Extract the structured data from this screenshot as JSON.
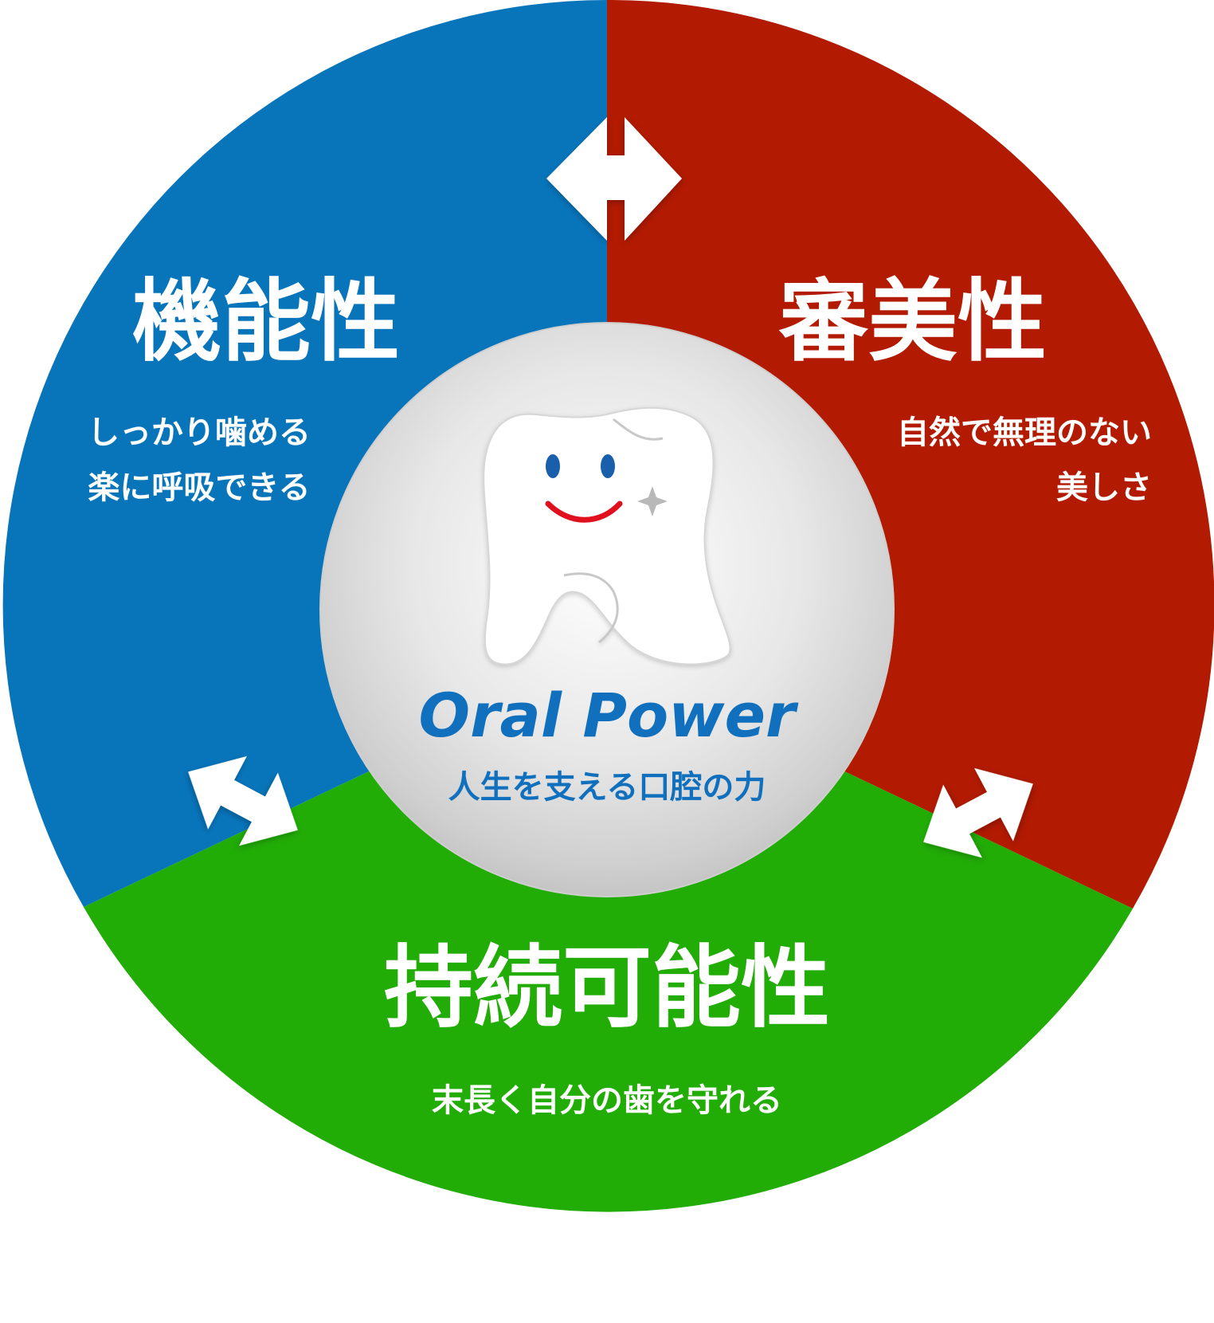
{
  "colors": {
    "function_segment": "#0875bb",
    "aesthetics_segment": "#b21a01",
    "sustainability_segment": "#21ac06",
    "center_text": "#1070bd",
    "smile": "#e0101e",
    "eyes": "#1a5fab",
    "arrows": "#ffffff"
  },
  "segments": {
    "function": {
      "title": "機能性",
      "lines": [
        "しっかり噛める",
        "楽に呼吸できる"
      ]
    },
    "aesthetics": {
      "title": "審美性",
      "lines": [
        "自然で無理のない",
        "美しさ"
      ]
    },
    "sustainability": {
      "title": "持続可能性",
      "lines": [
        "末長く自分の歯を守れる"
      ]
    }
  },
  "center": {
    "icon": "smiling-tooth-icon",
    "title": "Oral Power",
    "subtitle": "人生を支える口腔の力"
  },
  "arrows": [
    "double-arrow-icon",
    "double-arrow-icon",
    "double-arrow-icon"
  ]
}
